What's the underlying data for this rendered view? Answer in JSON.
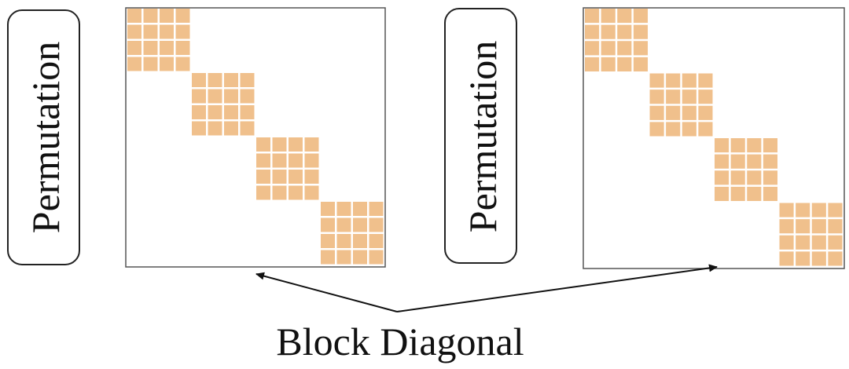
{
  "diagram": {
    "permutation_label": "Permutation",
    "caption": "Block Diagonal",
    "matrix": {
      "blocks": 4,
      "block_cells": 4,
      "cell_color": "#f0c08c"
    },
    "panels": [
      {
        "label": "Permutation"
      },
      {
        "label": "Permutation"
      }
    ]
  }
}
